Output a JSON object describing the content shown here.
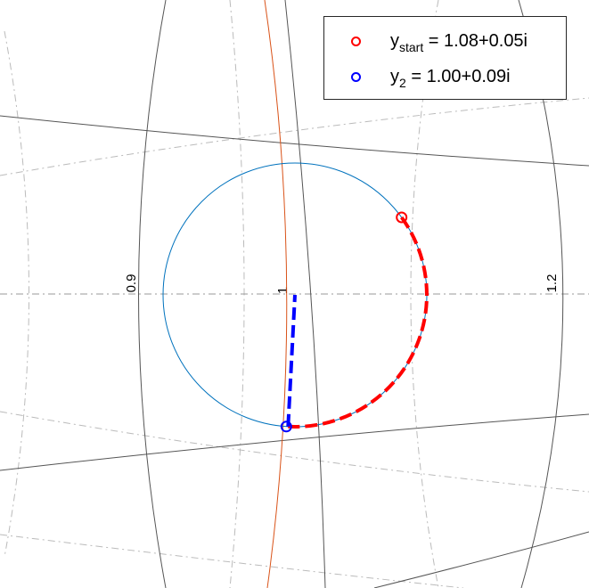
{
  "chart_data": {
    "type": "line",
    "title": "",
    "xlabel": "",
    "ylabel": "",
    "grid": true,
    "legend_placement": "top-right",
    "tick_labels": [
      "0.9",
      "1",
      "1.2"
    ],
    "series": [
      {
        "key": "y_start",
        "name_main": "y",
        "name_sub": "start",
        "name_rest": " = 1.08+0.05i",
        "color": "#ff0000",
        "start_point": {
          "re": 1.08,
          "im": 0.05
        },
        "path_style": "dashed"
      },
      {
        "key": "y_2",
        "name_main": "y",
        "name_sub": "2",
        "name_rest": " = 1.00+0.09i",
        "color": "#0000ff",
        "start_point": {
          "re": 1.0,
          "im": 0.09
        },
        "path_style": "dashed"
      }
    ],
    "colors": {
      "matching_circle": "#0072bd",
      "conductance_circle": "#d95319",
      "grid_major": "#555555",
      "grid_minor": "#bbbbbb"
    }
  }
}
